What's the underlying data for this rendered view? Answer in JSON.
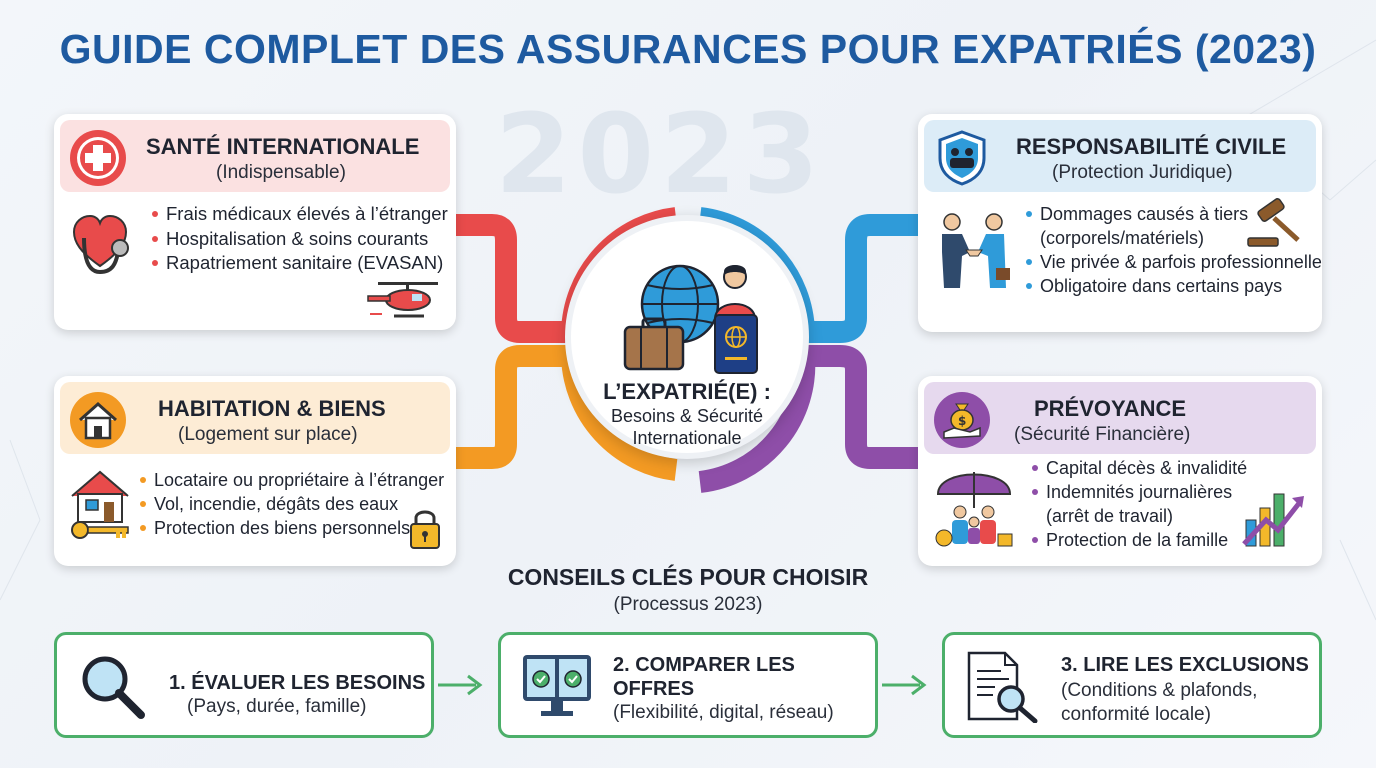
{
  "title": "GUIDE COMPLET DES ASSURANCES POUR EXPATRIÉS (2023)",
  "watermark": "2023",
  "colors": {
    "title": "#1e5aa0",
    "health": "#e84b4b",
    "liability": "#2f9bd9",
    "housing": "#f39a23",
    "provident": "#8e4ea8",
    "step_border": "#4caf6a"
  },
  "center": {
    "title": "L’EXPATRIÉ(E) :",
    "subtitle_line1": "Besoins & Sécurité",
    "subtitle_line2": "Internationale",
    "icons": [
      "globe-icon",
      "person-icon",
      "suitcase-icon",
      "passport-icon"
    ]
  },
  "cards": {
    "health": {
      "title": "SANTÉ INTERNATIONALE",
      "subtitle": "(Indispensable)",
      "header_icon": "red-cross-icon",
      "side_icon": "heart-stethoscope-icon",
      "corner_icon": "medical-helicopter-icon",
      "bullets": [
        "Frais médicaux élevés à l’étranger",
        "Hospitalisation & soins courants",
        "Rapatriement sanitaire (EVASAN)"
      ]
    },
    "liability": {
      "title": "RESPONSABILITÉ CIVILE",
      "subtitle": "(Protection Juridique)",
      "header_icon": "shield-handshake-icon",
      "side_icon": "handshake-people-icon",
      "corner_icon": "gavel-icon",
      "bullets": [
        "Dommages causés à tiers",
        "(corporels/matériels)",
        "Vie privée & parfois professionnelle",
        "Obligatoire dans certains pays"
      ]
    },
    "housing": {
      "title": "HABITATION & BIENS",
      "subtitle": "(Logement sur place)",
      "header_icon": "house-icon",
      "side_icon": "house-key-icon",
      "corner_icon": "padlock-icon",
      "bullets": [
        "Locataire ou propriétaire à l’étranger",
        "Vol, incendie, dégâts des eaux",
        "Protection des biens personnels"
      ]
    },
    "provident": {
      "title": "PRÉVOYANCE",
      "subtitle": "(Sécurité Financière)",
      "header_icon": "money-bag-hand-icon",
      "side_icon": "family-umbrella-icon",
      "corner_icon": "growth-chart-icon",
      "bullets": [
        "Capital décès & invalidité",
        "Indemnités journalières",
        "(arrêt de travail)",
        "Protection de la famille"
      ]
    }
  },
  "tips": {
    "title": "CONSEILS CLÉS POUR CHOISIR",
    "subtitle": "(Processus 2023)",
    "steps": [
      {
        "title": "1. ÉVALUER LES BESOINS",
        "subtitle": "(Pays, durée, famille)",
        "icon": "magnifier-icon"
      },
      {
        "title_line1": "2. COMPARER LES",
        "title_line2": "OFFRES",
        "subtitle": "(Flexibilité, digital, réseau)",
        "icon": "compare-screens-icon"
      },
      {
        "title": "3. LIRE LES EXCLUSIONS",
        "subtitle_line1": "(Conditions & plafonds,",
        "subtitle_line2": "conformité locale)",
        "icon": "document-search-icon"
      }
    ]
  }
}
